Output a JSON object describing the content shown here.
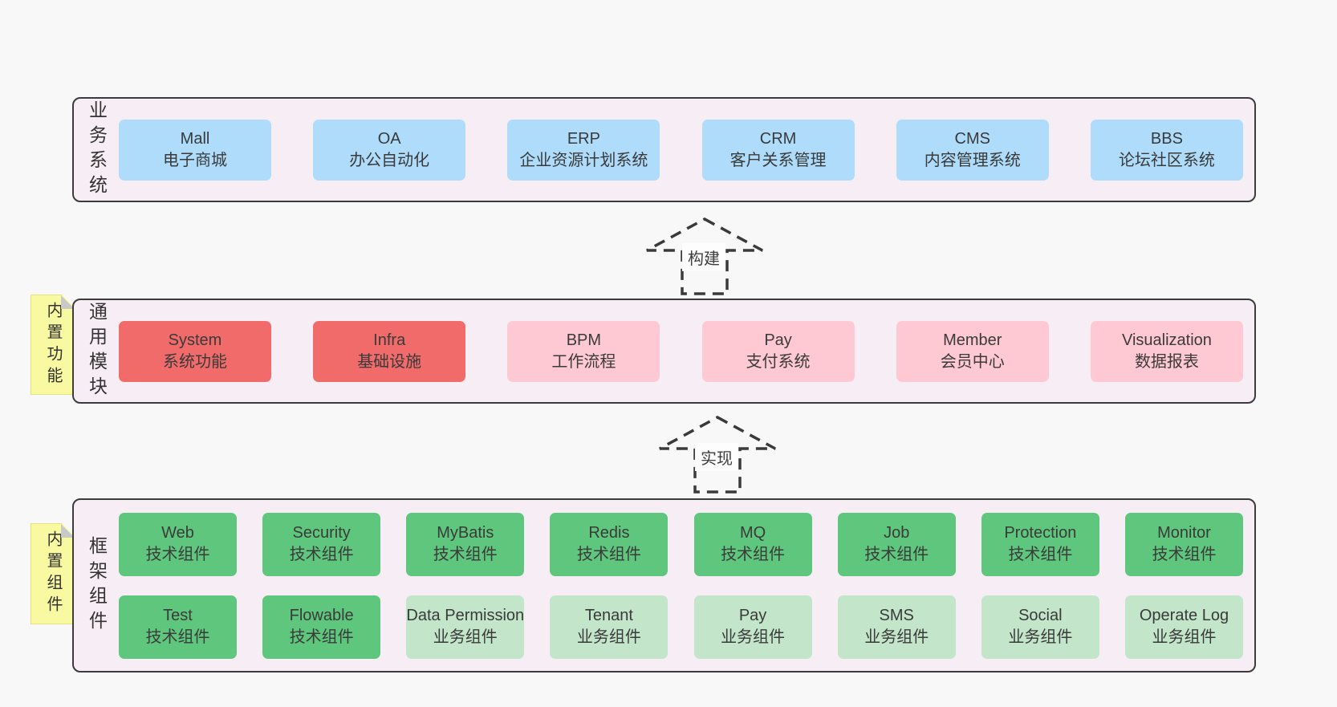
{
  "colors": {
    "page_bg": "#f8f8f8",
    "panel_bg": "#f7edf5",
    "panel_border": "#3c3c3c",
    "box_blue": "#aedcfa",
    "box_red": "#f16b6b",
    "box_pink": "#ffc9d3",
    "box_green": "#5fc77d",
    "box_green_light": "#c3e5ca",
    "note_bg": "#f9f9a1",
    "note_fold": "#c9c9c9",
    "text": "#3d3d3d"
  },
  "arrows": {
    "build": {
      "label": "构建"
    },
    "implement": {
      "label": "实现"
    }
  },
  "sections": {
    "business": {
      "label": "业务系统",
      "boxes": [
        {
          "name": "Mall",
          "desc": "电子商城"
        },
        {
          "name": "OA",
          "desc": "办公自动化"
        },
        {
          "name": "ERP",
          "desc": "企业资源计划系统"
        },
        {
          "name": "CRM",
          "desc": "客户关系管理"
        },
        {
          "name": "CMS",
          "desc": "内容管理系统"
        },
        {
          "name": "BBS",
          "desc": "论坛社区系统"
        }
      ]
    },
    "modules": {
      "label": "通用模块",
      "note": "内置功能",
      "boxes": [
        {
          "name": "System",
          "desc": "系统功能"
        },
        {
          "name": "Infra",
          "desc": "基础设施"
        },
        {
          "name": "BPM",
          "desc": "工作流程"
        },
        {
          "name": "Pay",
          "desc": "支付系统"
        },
        {
          "name": "Member",
          "desc": "会员中心"
        },
        {
          "name": "Visualization",
          "desc": "数据报表"
        }
      ]
    },
    "components": {
      "label": "框架组件",
      "note": "内置组件",
      "row1": [
        {
          "name": "Web",
          "desc": "技术组件"
        },
        {
          "name": "Security",
          "desc": "技术组件"
        },
        {
          "name": "MyBatis",
          "desc": "技术组件"
        },
        {
          "name": "Redis",
          "desc": "技术组件"
        },
        {
          "name": "MQ",
          "desc": "技术组件"
        },
        {
          "name": "Job",
          "desc": "技术组件"
        },
        {
          "name": "Protection",
          "desc": "技术组件"
        },
        {
          "name": "Monitor",
          "desc": "技术组件"
        }
      ],
      "row2": [
        {
          "name": "Test",
          "desc": "技术组件"
        },
        {
          "name": "Flowable",
          "desc": "技术组件"
        },
        {
          "name": "Data Permission",
          "desc": "业务组件"
        },
        {
          "name": "Tenant",
          "desc": "业务组件"
        },
        {
          "name": "Pay",
          "desc": "业务组件"
        },
        {
          "name": "SMS",
          "desc": "业务组件"
        },
        {
          "name": "Social",
          "desc": "业务组件"
        },
        {
          "name": "Operate Log",
          "desc": "业务组件"
        }
      ]
    }
  }
}
